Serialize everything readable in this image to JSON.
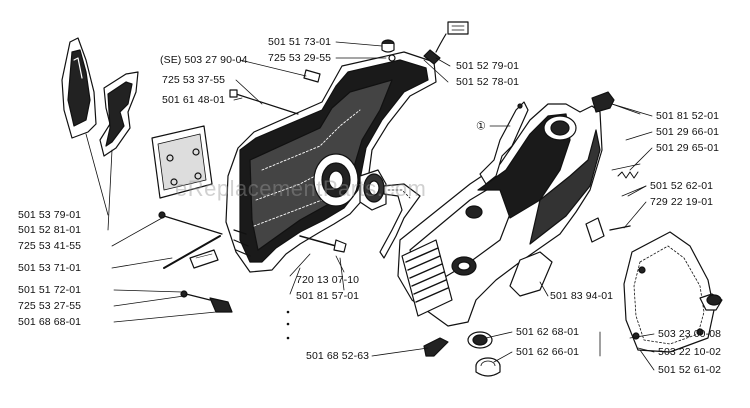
{
  "watermark": "eReplacementParts.com",
  "labels": {
    "p1": "501 51 73-01",
    "p2": "725 53 29-55",
    "p3": "(SE) 503 27 90-04",
    "p4": "725 53 37-55",
    "p5": "501 61 48-01",
    "p6": "501 52 79-01",
    "p7": "501 52 78-01",
    "p8": "501 81 52-01",
    "p9": "501 29 66-01",
    "p10": "501 29 65-01",
    "p11": "501 52 62-01",
    "p12": "729 22 19-01",
    "p13": "501 53 79-01",
    "p14": "501 52 81-01",
    "p15": "725 53 41-55",
    "p16": "501 53 71-01",
    "p17": "501 51 72-01",
    "p18": "725 53 27-55",
    "p19": "501 68 68-01",
    "p20": "720 13 07-10",
    "p21": "501 81 57-01",
    "p22": "501 83 94-01",
    "p23": "501 62 68-01",
    "p24": "501 62 66-01",
    "p25": "501 68 52-63",
    "p26": "503 23 00-08",
    "p27": "503 22 10-02",
    "p28": "501 52 61-02",
    "callout": "①"
  }
}
